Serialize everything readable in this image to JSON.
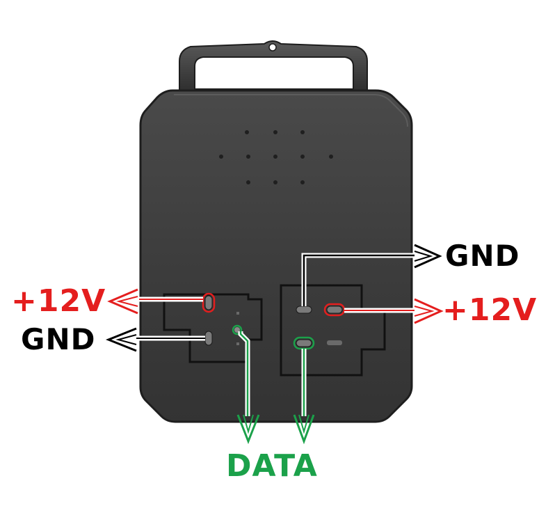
{
  "labels": {
    "left_power": "+12V",
    "left_ground": "GND",
    "right_ground": "GND",
    "right_power": "+12V",
    "data": "DATA"
  },
  "colors": {
    "power": "#e41e1e",
    "ground": "#000000",
    "data": "#1ba14a",
    "housing": "#3e3e3e",
    "housing_edge": "#1e1e1e",
    "connector_outline": "#111111"
  },
  "icons": {
    "vent_holes": "dot-grid-icon",
    "connector_left": "3-pin-socket-icon",
    "connector_right": "4-pin-socket-icon",
    "arrows": "hollow-arrowhead-icon"
  }
}
